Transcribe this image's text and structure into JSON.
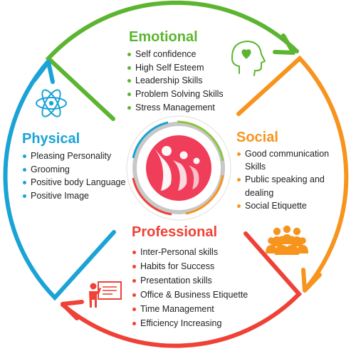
{
  "colors": {
    "emotional": "#5cb531",
    "social": "#f7941d",
    "professional": "#ef4136",
    "physical": "#1ba3d6",
    "center_bg": "#ef3d5a",
    "ring_gray": "#b3b3b3"
  },
  "icons": {
    "emotional": "head-heart-icon",
    "physical": "atom-icon",
    "social": "people-group-icon",
    "professional": "presenter-board-icon",
    "center": "logo-figures-icon"
  },
  "sections": {
    "emotional": {
      "title": "Emotional",
      "items": [
        "Self confidence",
        "High Self Esteem",
        "Leadership Skills",
        "Problem Solving Skills",
        "Stress Management"
      ]
    },
    "physical": {
      "title": "Physical",
      "items": [
        "Pleasing Personality",
        "Grooming",
        "Positive body Language",
        "Positive Image"
      ]
    },
    "social": {
      "title": "Social",
      "items": [
        "Good communication Skills",
        "Public speaking and dealing",
        "Social Etiquette"
      ]
    },
    "professional": {
      "title": "Professional",
      "items": [
        "Inter-Personal skills",
        "Habits for Success",
        "Presentation skills",
        "Office & Business Etiquette",
        "Time Management",
        "Efficiency Increasing"
      ]
    }
  }
}
